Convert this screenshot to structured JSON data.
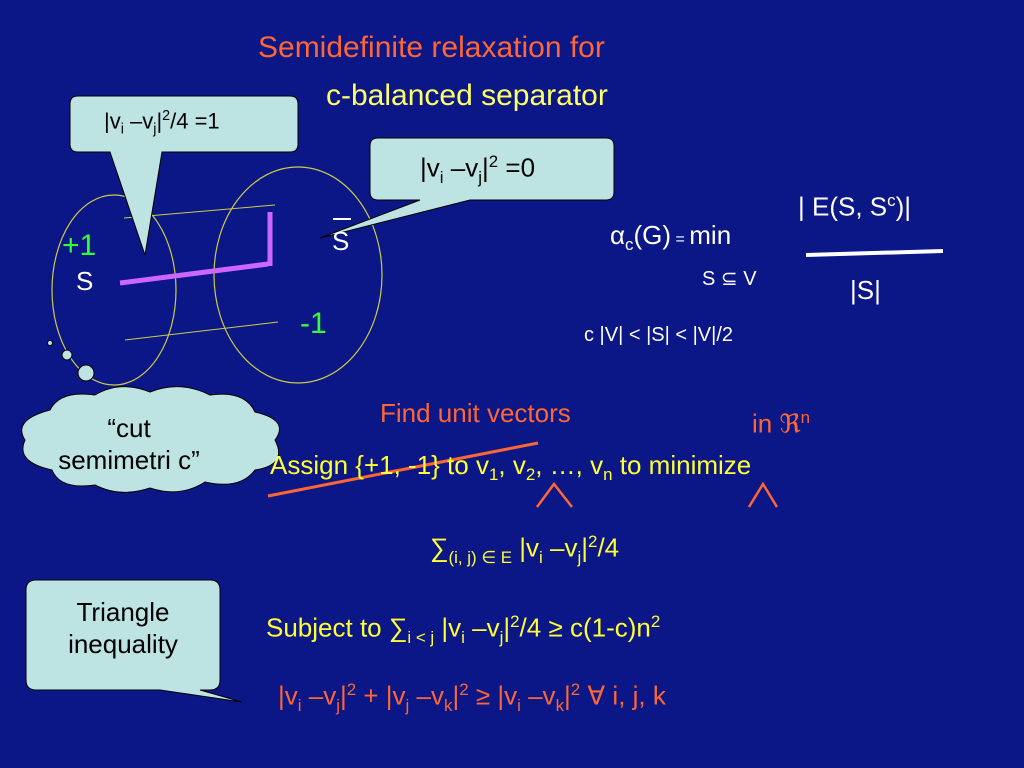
{
  "title_line1": "Semidefinite  relaxation for",
  "title_line2": "c-balanced separator",
  "callout_left": {
    "a": "|v",
    "b": "i",
    "c": " –v",
    "d": "j",
    "e": "|",
    "f": "2",
    "g": "/4  =1"
  },
  "callout_right": {
    "a": "|v",
    "b": "i",
    "c": " –v",
    "d": "j",
    "e": "|",
    "f": "2",
    "g": " =0"
  },
  "cloud_text": "“cut semimetri c”",
  "triangle_box": "Triangle inequality",
  "label_plus1": "+1",
  "label_S": "S",
  "label_Sbar": "S",
  "label_minus1": "-1",
  "alpha": {
    "sym": "α",
    "sub": "c",
    "rest": "(G)",
    "eq": " = ",
    "min": "min",
    "under": "S ⊆ V"
  },
  "frac_num": {
    "a": "| E(S, S",
    "sup": "c",
    "b": ")|"
  },
  "frac_den": "|S|",
  "constraint": "c |V|  <  |S| <  |V|/2",
  "find_unit": "Find unit vectors",
  "in_R": {
    "a": "in ",
    "R": "ℜ",
    "sup": "n"
  },
  "assign": {
    "a": "Assign  {+1, -1}  to  v",
    "s1": "1",
    "b": ", v",
    "s2": "2",
    "c": ", …, v",
    "sn": "n",
    "d": "   to minimize"
  },
  "sum_obj": {
    "sigma": "∑",
    "sub": "(i, j) ∈ E",
    "a": " |v",
    "i": "i",
    "b": " –v",
    "j": "j",
    "c": "|",
    "two": "2",
    "d": "/4"
  },
  "subject": {
    "a": "Subject to ",
    "sigma": "∑",
    "sub": "i < j",
    "b": " |v",
    "i": "i",
    "c": " –v",
    "j": "j",
    "d": "|",
    "two": "2",
    "e": "/4 ≥  c(1-c)n",
    "n2": "2"
  },
  "tri_ineq": {
    "a": "|v",
    "i": "i",
    "b": " –v",
    "j": "j",
    "c": "|",
    "s1": "2",
    "d": " + |v",
    "j2": "j",
    "e": " –v",
    "k": "k",
    "f": "|",
    "s2": "2",
    "g": " ≥ |v",
    "i2": "i",
    "h": " –v",
    "k2": "k",
    "m": "|",
    "s3": "2",
    "n": "   ∀ i, j, k"
  },
  "colors": {
    "background": "#0b1787",
    "orange": "#ff6633",
    "yellow": "#ffff33",
    "bubble": "#bde3e3"
  }
}
